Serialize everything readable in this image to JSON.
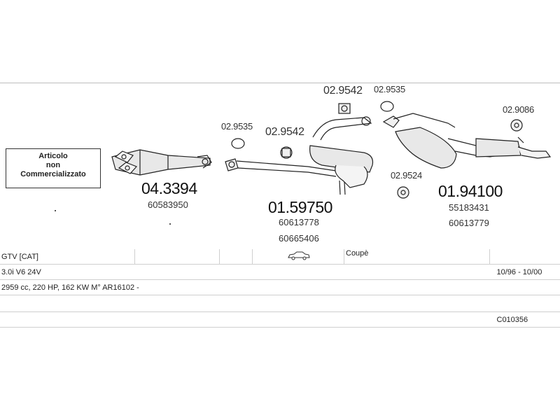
{
  "notice_box": {
    "line1": "Articolo",
    "line2": "non",
    "line3": "Commercializzato"
  },
  "parts": {
    "catalyst": {
      "code": "04.3394",
      "oem1": "60583950"
    },
    "front_gasket": {
      "code": "02.9535"
    },
    "mid_gasket": {
      "code": "02.9542"
    },
    "upper_gasket": {
      "code": "02.9542"
    },
    "center_silencer": {
      "code": "01.59750",
      "oem1": "60613778",
      "oem2": "60665406"
    },
    "rear_flange_gasket": {
      "code": "02.9535"
    },
    "rear_gasket": {
      "code": "02.9524"
    },
    "tail_clamp": {
      "code": "02.9086"
    },
    "rear_silencer": {
      "code": "01.94100",
      "oem1": "55183431",
      "oem2": "60613779"
    }
  },
  "info": {
    "model": "GTV  [CAT]",
    "body": "Coupè",
    "engine": "3.0i  V6 24V",
    "years": "10/96 - 10/00",
    "specs": "2959 cc, 220 HP, 162 KW M° AR16102 -",
    "catalog_code": "C010356"
  },
  "icons": {
    "car": "car-icon"
  }
}
